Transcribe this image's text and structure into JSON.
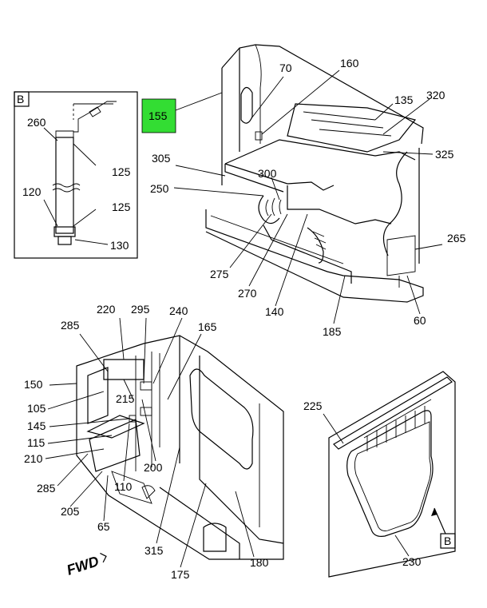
{
  "diagram": {
    "highlight_color": "#33dd33",
    "highlight_label": "155",
    "detail_box_label": "B",
    "detail_ref_label": "B",
    "fwd_label": "FWD",
    "callouts_top": [
      "70",
      "160",
      "135",
      "320",
      "325",
      "305",
      "300",
      "250",
      "265",
      "275",
      "270",
      "140",
      "185",
      "60"
    ],
    "callouts_detail": [
      "260",
      "125",
      "120",
      "125",
      "130"
    ],
    "callouts_bottom_left": [
      "220",
      "295",
      "240",
      "285",
      "165",
      "150",
      "215",
      "105",
      "145",
      "115",
      "210",
      "200",
      "285",
      "110",
      "205",
      "65",
      "315",
      "175",
      "180"
    ],
    "callouts_bottom_right": [
      "225",
      "230"
    ]
  }
}
